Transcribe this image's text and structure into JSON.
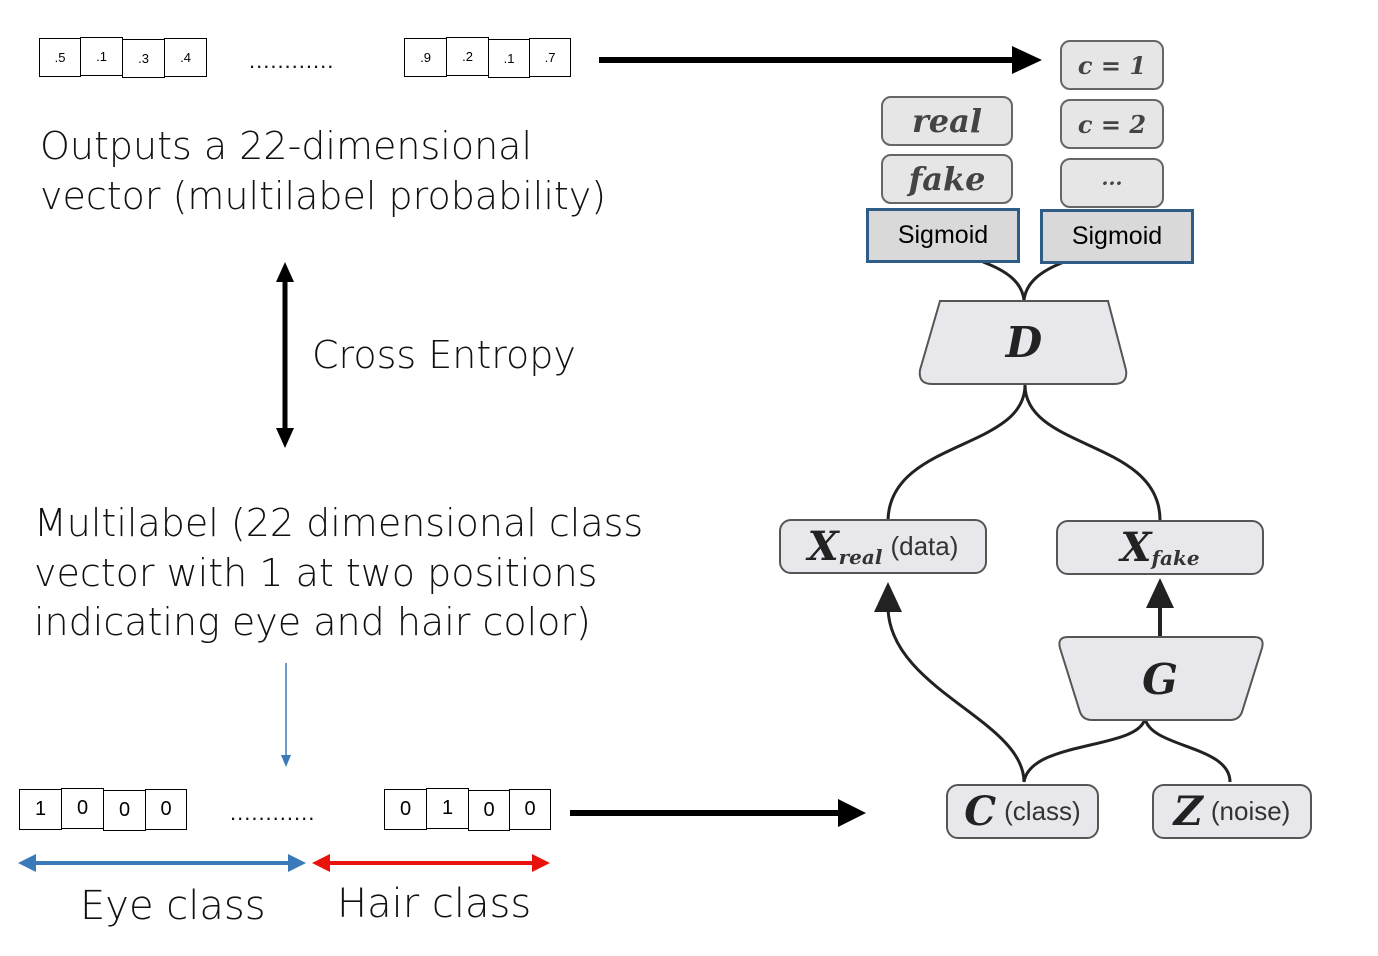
{
  "output_vector": {
    "left_cells": [
      ".5",
      ".1",
      ".3",
      ".4"
    ],
    "ellipsis": "............",
    "right_cells": [
      ".9",
      ".2",
      ".1",
      ".7"
    ]
  },
  "output_description": [
    "Outputs a 22-dimensional",
    "vector (multilabel probability)"
  ],
  "cross_entropy_label": "Cross Entropy",
  "multilabel_description": [
    "Multilabel (22 dimensional class",
    "vector with 1 at two positions",
    "indicating eye and hair color)"
  ],
  "class_vector": {
    "left_cells": [
      "1",
      "0",
      "0",
      "0"
    ],
    "ellipsis": "............",
    "right_cells": [
      "0",
      "1",
      "0",
      "0"
    ]
  },
  "eye_class_label": "Eye class",
  "hair_class_label": "Hair class",
  "colors": {
    "eye_arrow": "#3a7ab8",
    "hair_arrow": "#e8140c",
    "sigmoid_border": "#2e5c87",
    "node_fill": "#e8e8ec"
  },
  "network": {
    "real_label": "real",
    "fake_label": "fake",
    "class_outputs": [
      "c = 1",
      "c = 2",
      "···"
    ],
    "sigmoid_left": "Sigmoid",
    "sigmoid_right": "Sigmoid",
    "discriminator": "D",
    "generator": "G",
    "x_real": {
      "symbol": "X",
      "subscript": "real",
      "tag": "(data)"
    },
    "x_fake": {
      "symbol": "X",
      "subscript": "fake"
    },
    "class_input": {
      "symbol": "C",
      "tag": "(class)"
    },
    "noise_input": {
      "symbol": "Z",
      "tag": "(noise)"
    }
  }
}
